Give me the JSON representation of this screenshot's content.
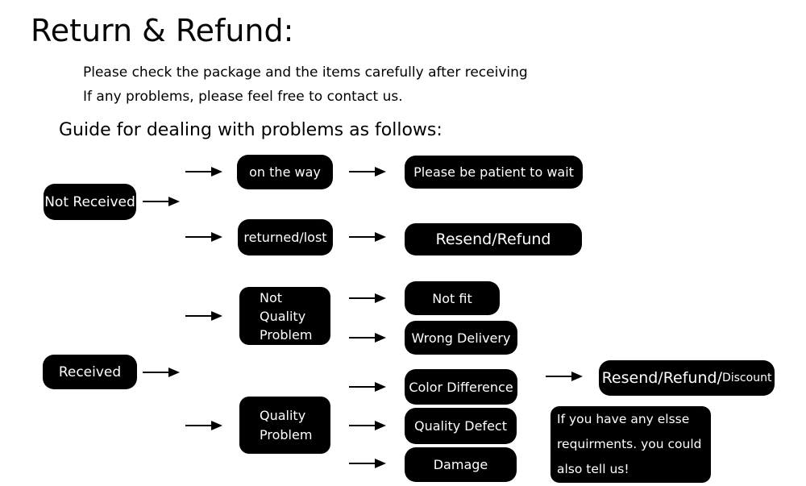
{
  "header": {
    "title": "Return & Refund:",
    "intro_line1": "Please check the package and the items carefully after receiving",
    "intro_line2": "If any problems, please feel free to contact us.",
    "guide_line": "Guide for dealing with problems as follows:"
  },
  "flowchart": {
    "colors": {
      "node_background": "#000000",
      "node_text": "#ffffff",
      "arrow": "#000000",
      "page_background": "#ffffff"
    },
    "nodes": {
      "not_received": {
        "label": "Not Received"
      },
      "on_the_way": {
        "label": "on the way"
      },
      "please_wait": {
        "label": "Please be patient to wait"
      },
      "returned_lost": {
        "label": "returned/lost"
      },
      "resend_refund": {
        "label": "Resend/Refund"
      },
      "received": {
        "label": "Received"
      },
      "not_quality_problem": {
        "label": "Not\nQuality\nProblem"
      },
      "not_fit": {
        "label": "Not fit"
      },
      "wrong_delivery": {
        "label": "Wrong Delivery"
      },
      "quality_problem": {
        "label": "Quality\nProblem"
      },
      "color_difference": {
        "label": "Color Difference"
      },
      "quality_defect": {
        "label": "Quality Defect"
      },
      "damage": {
        "label": "Damage"
      },
      "resend_refund_discount": {
        "label_main": "Resend/Refund/",
        "label_small": "Discount"
      },
      "else_requirements": {
        "label": "If you have any elsse\nrequirments. you could\nalso tell us!"
      }
    },
    "edges": [
      "not_received -> branch",
      "branch -> on_the_way",
      "on_the_way -> please_wait",
      "branch -> returned_lost",
      "returned_lost -> resend_refund",
      "received -> branch2",
      "branch2 -> not_quality_problem",
      "not_quality_problem -> not_fit",
      "not_quality_problem -> wrong_delivery",
      "branch2 -> quality_problem",
      "quality_problem -> color_difference",
      "quality_problem -> quality_defect",
      "quality_problem -> damage",
      "color_difference -> resend_refund_discount"
    ]
  }
}
